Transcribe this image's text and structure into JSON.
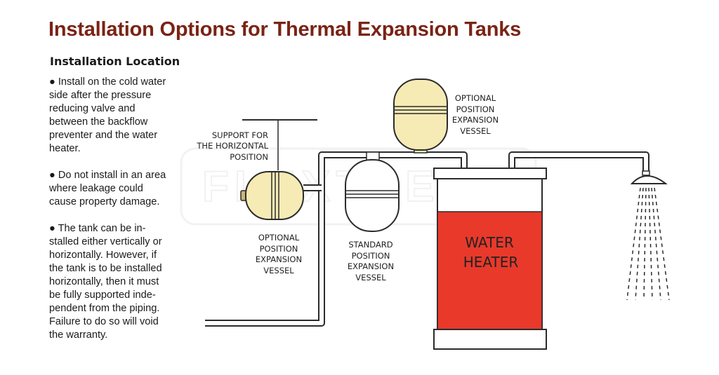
{
  "title": "Installation Options for Thermal Expansion Tanks",
  "subtitle": "Installation Location",
  "bullets": [
    "● Install on the cold water\nside after the pressure\nreducing valve and\nbetween the backflow\npreventer and the water\nheater.",
    "● Do not install in an area\nwhere leakage could\ncause property damage.",
    "● The tank can be in-\nstalled either vertically or\nhorizontally. However, if\nthe tank is to be installed\nhorizontally, then it must\nbe fully supported inde-\npendent from the piping.\nFailure to do so will void\nthe warranty."
  ],
  "labels": {
    "support": [
      "SUPPORT FOR",
      "THE HORIZONTAL",
      "POSITION"
    ],
    "optional_horizontal": [
      "OPTIONAL",
      "POSITION",
      "EXPANSION",
      "VESSEL"
    ],
    "standard": [
      "STANDARD",
      "POSITION",
      "EXPANSION",
      "VESSEL"
    ],
    "optional_top": [
      "OPTIONAL",
      "POSITION",
      "EXPANSION",
      "VESSEL"
    ],
    "water_heater": [
      "WATER",
      "HEATER"
    ]
  },
  "watermark": "FLEXTREAD",
  "colors": {
    "title": "#7a2315",
    "tank_fill": "#f6eab5",
    "heater_water": "#e8392b",
    "pipe_outline": "#2b2b2b"
  }
}
